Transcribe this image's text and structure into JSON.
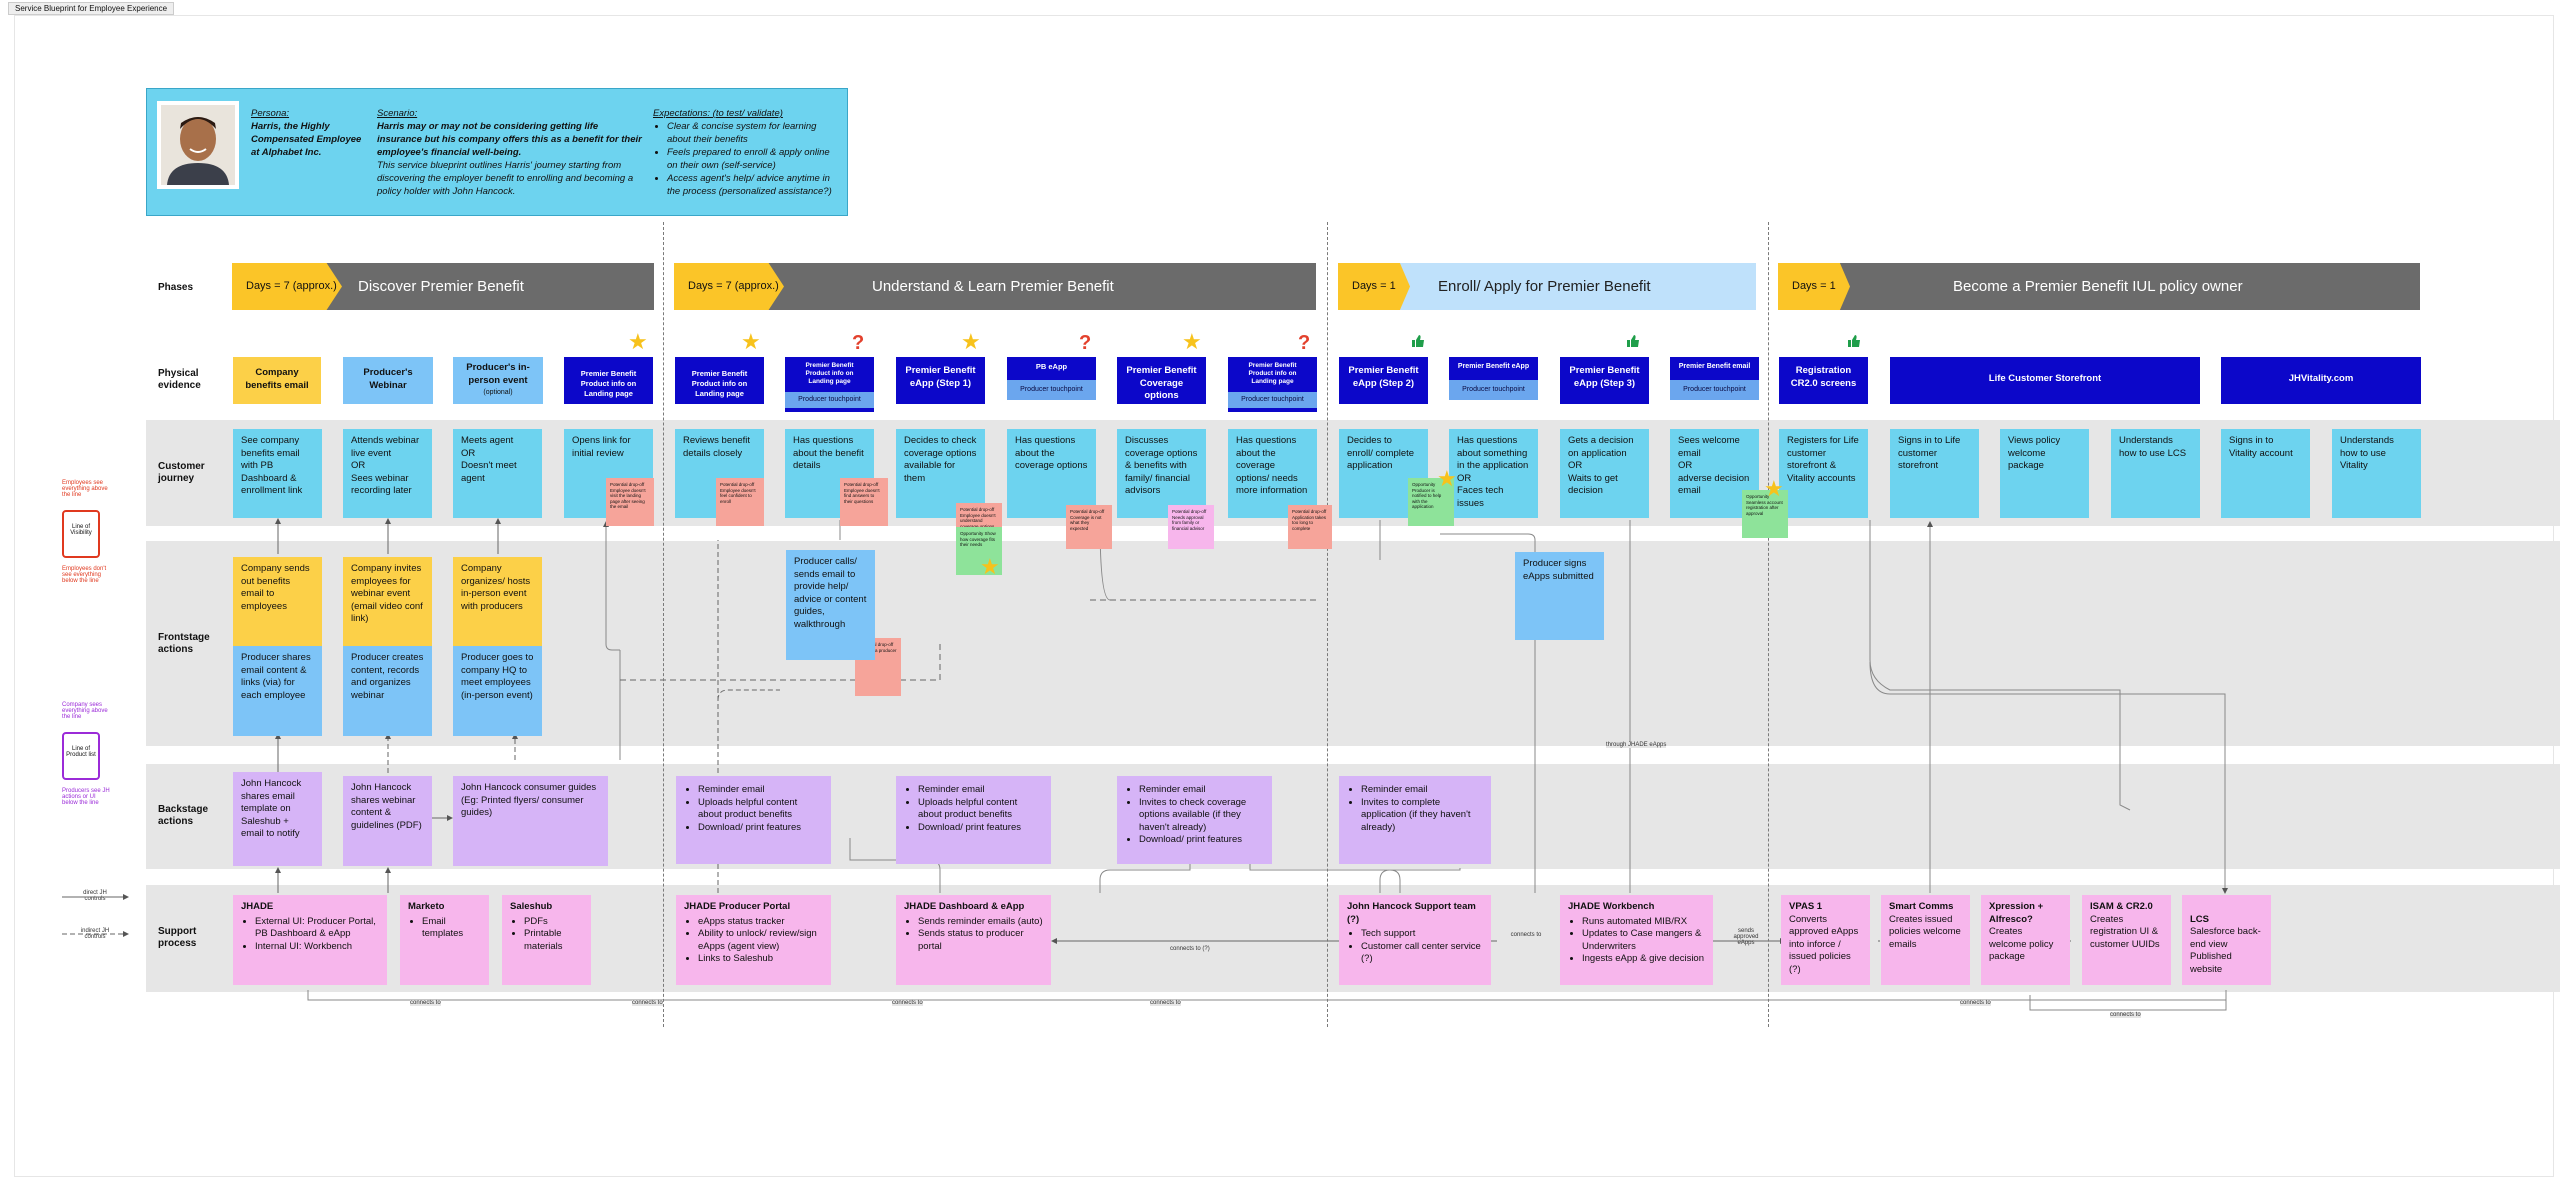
{
  "tab_title": "Service Blueprint for Employee Experience",
  "persona": {
    "persona_heading": "Persona:",
    "persona_text": "Harris, the Highly Compensated Employee at Alphabet Inc.",
    "scenario_heading": "Scenario:",
    "scenario_bold": "Harris may or may not be considering getting life insurance but his company offers this as a benefit for their employee's financial well-being.",
    "scenario_text": "This service blueprint outlines Harris' journey starting from discovering the employer benefit to enrolling and becoming a policy holder with John Hancock.",
    "expectations_heading": "Expectations: (to test/ validate)",
    "expectations": [
      "Clear & concise system for learning about their benefits",
      "Feels prepared to enroll & apply online on their own (self-service)",
      "Access agent's help/ advice anytime in the process (personalized assistance?)"
    ]
  },
  "lanes": {
    "phases": "Phases",
    "physical": "Physical evidence",
    "journey": "Customer journey",
    "frontstage": "Frontstage actions",
    "backstage": "Backstage actions",
    "support": "Support process"
  },
  "phases": [
    {
      "days": "Days = 7 (approx.)",
      "title": "Discover Premier Benefit"
    },
    {
      "days": "Days = 7 (approx.)",
      "title": "Understand & Learn Premier Benefit"
    },
    {
      "days": "Days = 1",
      "title": "Enroll/ Apply for Premier Benefit"
    },
    {
      "days": "Days = 1",
      "title": "Become a Premier Benefit IUL policy owner"
    }
  ],
  "physical": [
    {
      "label": "Company benefits email"
    },
    {
      "label": "Producer's Webinar"
    },
    {
      "label": "Producer's in-person event",
      "sub": "(optional)"
    },
    {
      "label": "Premier Benefit Product info on Landing page"
    },
    {
      "label": "Premier Benefit Product info on Landing page"
    },
    {
      "label": "Premier Benefit Product info on Landing page",
      "sub": "Producer touchpoint"
    },
    {
      "label": "Premier Benefit eApp (Step 1)"
    },
    {
      "label": "PB eApp",
      "sub": "Producer touchpoint"
    },
    {
      "label": "Premier Benefit Coverage options"
    },
    {
      "label": "Premier Benefit Product info on Landing page",
      "sub": "Producer touchpoint"
    },
    {
      "label": "Premier Benefit eApp (Step 2)"
    },
    {
      "label": "Premier Benefit eApp",
      "sub": "Producer touchpoint"
    },
    {
      "label": "Premier Benefit eApp (Step 3)"
    },
    {
      "label": "Premier Benefit email",
      "sub": "Producer touchpoint"
    },
    {
      "label": "Registration CR2.0 screens"
    },
    {
      "label": "Life Customer Storefront"
    },
    {
      "label": "JHVitality.com"
    }
  ],
  "journey": [
    "See company benefits email with PB Dashboard & enrollment link",
    "Attends webinar live event\nOR\nSees webinar recording later",
    "Meets agent\nOR\nDoesn't meet agent",
    "Opens link for initial review",
    "Reviews benefit details closely",
    "Has questions about the benefit details",
    "Decides to check coverage options available for them",
    "Has questions about the coverage options",
    "Discusses coverage options & benefits with family/ financial advisors",
    "Has questions about the coverage options/ needs more information",
    "Decides to enroll/ complete application",
    "Has questions about something in the application\nOR\nFaces tech issues",
    "Gets a decision on application\nOR\nWaits to get decision",
    "Sees welcome email\nOR\nadverse decision email",
    "Registers for Life customer storefront & Vitality accounts",
    "Signs in to Life customer storefront",
    "Views policy welcome package",
    "Understands how to use LCS",
    "Signs in to Vitality account",
    "Understands how to use Vitality"
  ],
  "stickies": [
    "Potential drop-off\nEmployee doesn't visit the landing page after seeing the email",
    "Potential drop-off\nEmployee doesn't feel confident to enroll",
    "Potential drop-off\nEmployee doesn't find answers to their questions",
    "Potential drop-off\nEmployee doesn't understand coverage options",
    "Opportunity\nShow how coverage fits their needs",
    "Potential drop-off\nCoverage is not what they expected",
    "Potential drop-off\nNeeds approval from family or financial advisor",
    "Potential drop-off\nApplication takes too long to complete",
    "Opportunity\nProducer is notified to help with the application",
    "Opportunity\nSeamless account registration after approval",
    "Potential drop-off\nFinding a producer"
  ],
  "frontstage": [
    {
      "top": "Company sends out benefits email to employees",
      "bottom": "Producer shares email content & links (via) for each employee"
    },
    {
      "top": "Company invites employees for webinar event (email video conf link)",
      "bottom": "Producer creates content, records and organizes webinar"
    },
    {
      "top": "Company organizes/ hosts in-person event with producers",
      "bottom": "Producer goes to company HQ to meet employees (in-person event)"
    },
    {
      "single": "Producer calls/ sends email to provide help/ advice or content guides, walkthrough"
    },
    {
      "single": "Producer signs eApps submitted"
    }
  ],
  "backstage": [
    {
      "text": "John Hancock shares email template on Saleshub + email to notify"
    },
    {
      "text": "John Hancock shares webinar content & guidelines (PDF)"
    },
    {
      "text": "John Hancock consumer guides (Eg: Printed flyers/ consumer guides)"
    },
    {
      "items": [
        "Reminder email",
        "Uploads helpful content about product benefits",
        "Download/ print features"
      ]
    },
    {
      "items": [
        "Reminder email",
        "Uploads helpful content about product benefits",
        "Download/ print features"
      ]
    },
    {
      "items": [
        "Reminder email",
        "Invites to check coverage options available (if they haven't already)",
        "Download/ print features"
      ]
    },
    {
      "items": [
        "Reminder email",
        "Invites to complete application (if they haven't already)"
      ]
    }
  ],
  "support": [
    {
      "title": "JHADE",
      "items": [
        "External UI: Producer Portal, PB Dashboard & eApp",
        "Internal UI: Workbench"
      ]
    },
    {
      "title": "Marketo",
      "items": [
        "Email templates"
      ]
    },
    {
      "title": "Saleshub",
      "items": [
        "PDFs",
        "Printable materials"
      ]
    },
    {
      "title": "JHADE Producer Portal",
      "items": [
        "eApps status tracker",
        "Ability to unlock/ review/sign eApps (agent view)",
        "Links to Saleshub"
      ]
    },
    {
      "title": "JHADE Dashboard & eApp",
      "items": [
        "Sends reminder emails (auto)",
        "Sends status to producer portal"
      ]
    },
    {
      "title": "John Hancock Support team (?)",
      "items": [
        "Tech support",
        "Customer call center service (?)"
      ]
    },
    {
      "title": "JHADE Workbench",
      "items": [
        "Runs automated MIB/RX",
        "Updates to Case mangers & Underwriters",
        "Ingests eApp & give decision"
      ]
    },
    {
      "title": "VPAS 1",
      "text": "Converts approved eApps into inforce / issued policies (?)"
    },
    {
      "title": "Smart Comms",
      "text": "Creates issued policies welcome emails"
    },
    {
      "title": "Xpression + Alfresco?",
      "text": "Creates welcome policy package"
    },
    {
      "title": "ISAM & CR2.0",
      "text": "Creates registration UI & customer UUIDs"
    },
    {
      "title": "LCS",
      "text": "Salesforce back-end view\nPublished website"
    }
  ],
  "connector_labels": {
    "connects_to": "connects to",
    "connects_to_q": "connects to (?)",
    "through_jhade": "through JHADE eApps",
    "sends_approved": "sends approved eApps"
  },
  "legend": {
    "visibility_above": "Employees see everything above the line",
    "line_visibility": "Line of Visibility",
    "visibility_below": "Employees don't see everything below the line",
    "product_above": "Company sees everything above the line",
    "line_product": "Line of Product list",
    "product_below": "Producers see JH actions or UI below the line",
    "direct": "direct JH controls",
    "indirect": "indirect JH controls"
  },
  "colors": {
    "journey": "#6dd3ef",
    "company": "#fcd048",
    "producer": "#7dc4f7",
    "backstage": "#d6b4f7",
    "support": "#f7b6ec",
    "evidence": "#0c07c9",
    "phase_chevron": "#fbc528",
    "phase_bar": "#6b6b6b",
    "phase_bar_light": "#bfe1fb"
  }
}
